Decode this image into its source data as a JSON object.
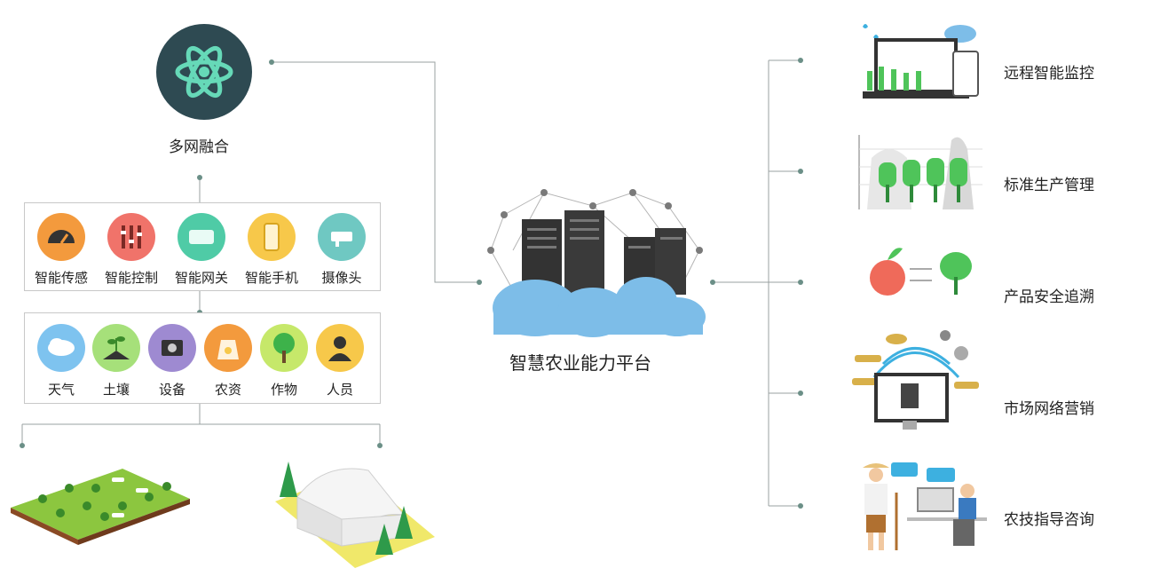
{
  "top_node": {
    "label": "多网融合"
  },
  "center_node": {
    "label": "智慧农业能力平台"
  },
  "devices": [
    {
      "label": "智能传感",
      "icon": "gauge-icon",
      "color": "#f39a3d"
    },
    {
      "label": "智能控制",
      "icon": "control-panel-icon",
      "color": "#f0736a"
    },
    {
      "label": "智能网关",
      "icon": "gateway-icon",
      "color": "#4fcba6"
    },
    {
      "label": "智能手机",
      "icon": "smartphone-icon",
      "color": "#f7c84a"
    },
    {
      "label": "摄像头",
      "icon": "camera-icon",
      "color": "#6fc8c2"
    }
  ],
  "objects": [
    {
      "label": "天气",
      "icon": "cloud-icon",
      "color": "#7ec3ef"
    },
    {
      "label": "土壤",
      "icon": "soil-sprout-icon",
      "color": "#a6e07a"
    },
    {
      "label": "设备",
      "icon": "device-icon",
      "color": "#9e8ad1"
    },
    {
      "label": "农资",
      "icon": "fertilizer-bag-icon",
      "color": "#f39a3d"
    },
    {
      "label": "作物",
      "icon": "tree-icon",
      "color": "#c6e86a"
    },
    {
      "label": "人员",
      "icon": "person-icon",
      "color": "#f7c84a"
    }
  ],
  "services": [
    {
      "label": "远程智能监控",
      "icon": "remote-monitor-icon"
    },
    {
      "label": "标准生产管理",
      "icon": "production-chart-icon"
    },
    {
      "label": "产品安全追溯",
      "icon": "traceability-icon"
    },
    {
      "label": "市场网络营销",
      "icon": "marketing-icon"
    },
    {
      "label": "农技指导咨询",
      "icon": "consulting-icon"
    }
  ],
  "colors": {
    "line": "#9aa0a0",
    "dot": "#6b8f87",
    "atom_bg": "#2e4a52",
    "atom_fg": "#66d9b8",
    "cloud": "#7dbde8",
    "building": "#333333",
    "grass": "#8cc63f"
  }
}
